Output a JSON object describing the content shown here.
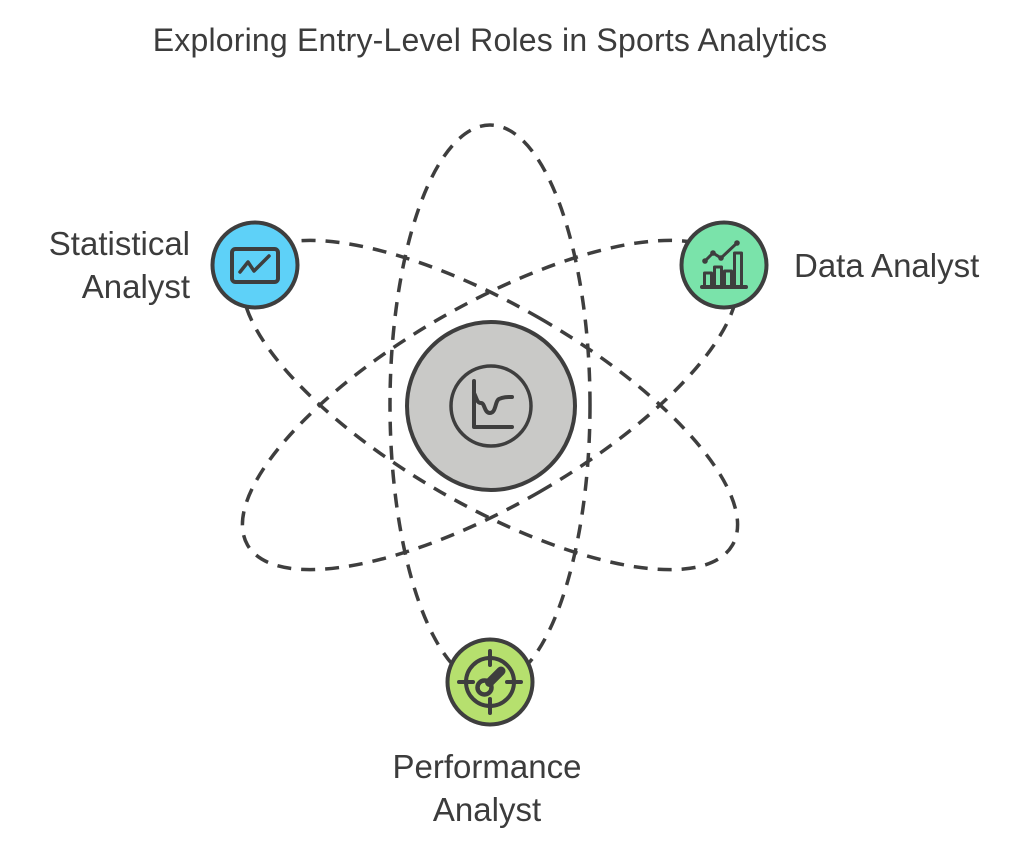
{
  "title": "Exploring Entry-Level Roles in Sports Analytics",
  "diagram": {
    "type": "atom-orbit",
    "orbit_color": "#3E3E3E",
    "text_color": "#3C3C3C",
    "center": {
      "icon": "line-chart-icon",
      "fill": "#C9C9C7"
    },
    "nodes": [
      {
        "id": "statistical-analyst",
        "label": "Statistical Analyst",
        "label_lines": [
          "Statistical",
          "Analyst"
        ],
        "icon": "monitor-trend-icon",
        "fill": "#5ED1F8",
        "position": "left"
      },
      {
        "id": "data-analyst",
        "label": "Data Analyst",
        "label_lines": [
          "Data Analyst"
        ],
        "icon": "bar-chart-trend-icon",
        "fill": "#7AE3AA",
        "position": "right"
      },
      {
        "id": "performance-analyst",
        "label": "Performance Analyst",
        "label_lines": [
          "Performance",
          "Analyst"
        ],
        "icon": "gauge-target-icon",
        "fill": "#B6E06E",
        "position": "bottom"
      }
    ]
  }
}
